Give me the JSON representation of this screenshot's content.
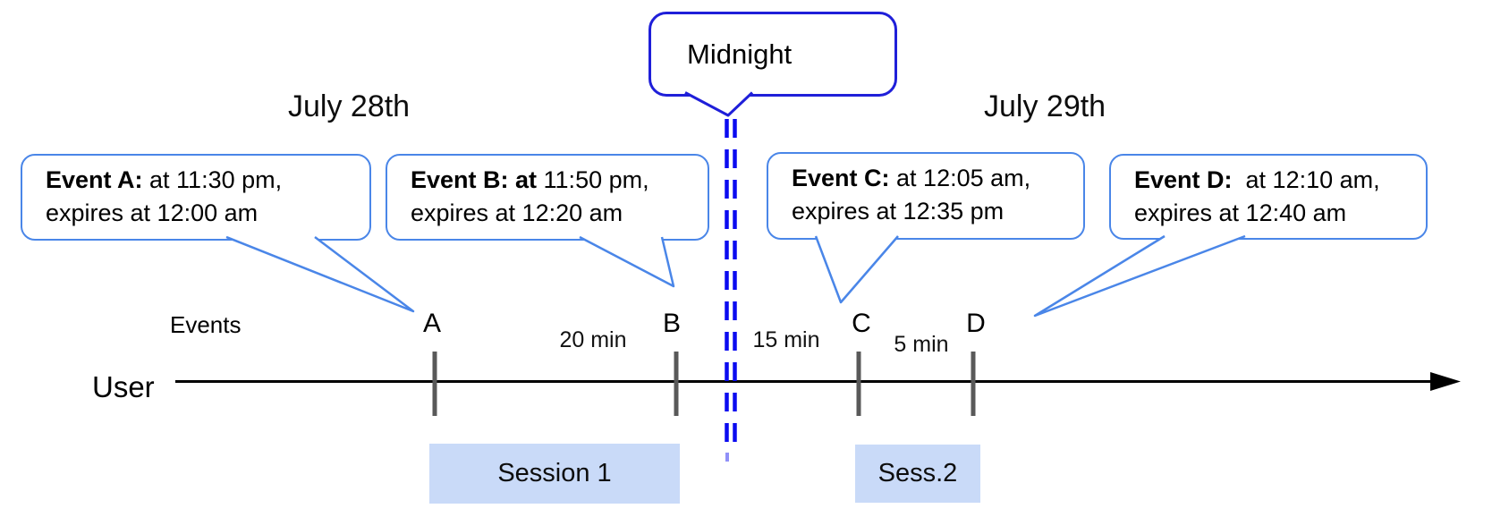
{
  "dates": {
    "left": "July 28th",
    "right": "July 29th"
  },
  "midnight": {
    "label": "Midnight"
  },
  "axis": {
    "events_label": "Events",
    "user_label": "User"
  },
  "events": [
    {
      "tick_label": "A",
      "bold": "Event A:",
      "line1_rest": " at 11:30 pm,",
      "line2": "expires at 12:00 am"
    },
    {
      "tick_label": "B",
      "bold": "Event B: at",
      "line1_rest": " 11:50 pm,",
      "line2": "expires at 12:20 am"
    },
    {
      "tick_label": "C",
      "bold": "Event C:",
      "line1_rest": " at 12:05 am,",
      "line2": "expires at 12:35 pm"
    },
    {
      "tick_label": "D",
      "bold": "Event D:",
      "line1_rest": "  at 12:10 am,",
      "line2": "expires at 12:40 am"
    }
  ],
  "gaps": [
    {
      "label": "20 min"
    },
    {
      "label": "15 min"
    },
    {
      "label": "5 min"
    }
  ],
  "sessions": [
    {
      "label": "Session 1"
    },
    {
      "label": "Sess.2"
    }
  ],
  "colors": {
    "callout_border": "#4a86e8",
    "midnight_border": "#1f1fd9",
    "midnight_dash": "#0b0bf0",
    "session_fill": "#c9daf8",
    "tick_gray": "#595959",
    "timeline": "#000000"
  }
}
